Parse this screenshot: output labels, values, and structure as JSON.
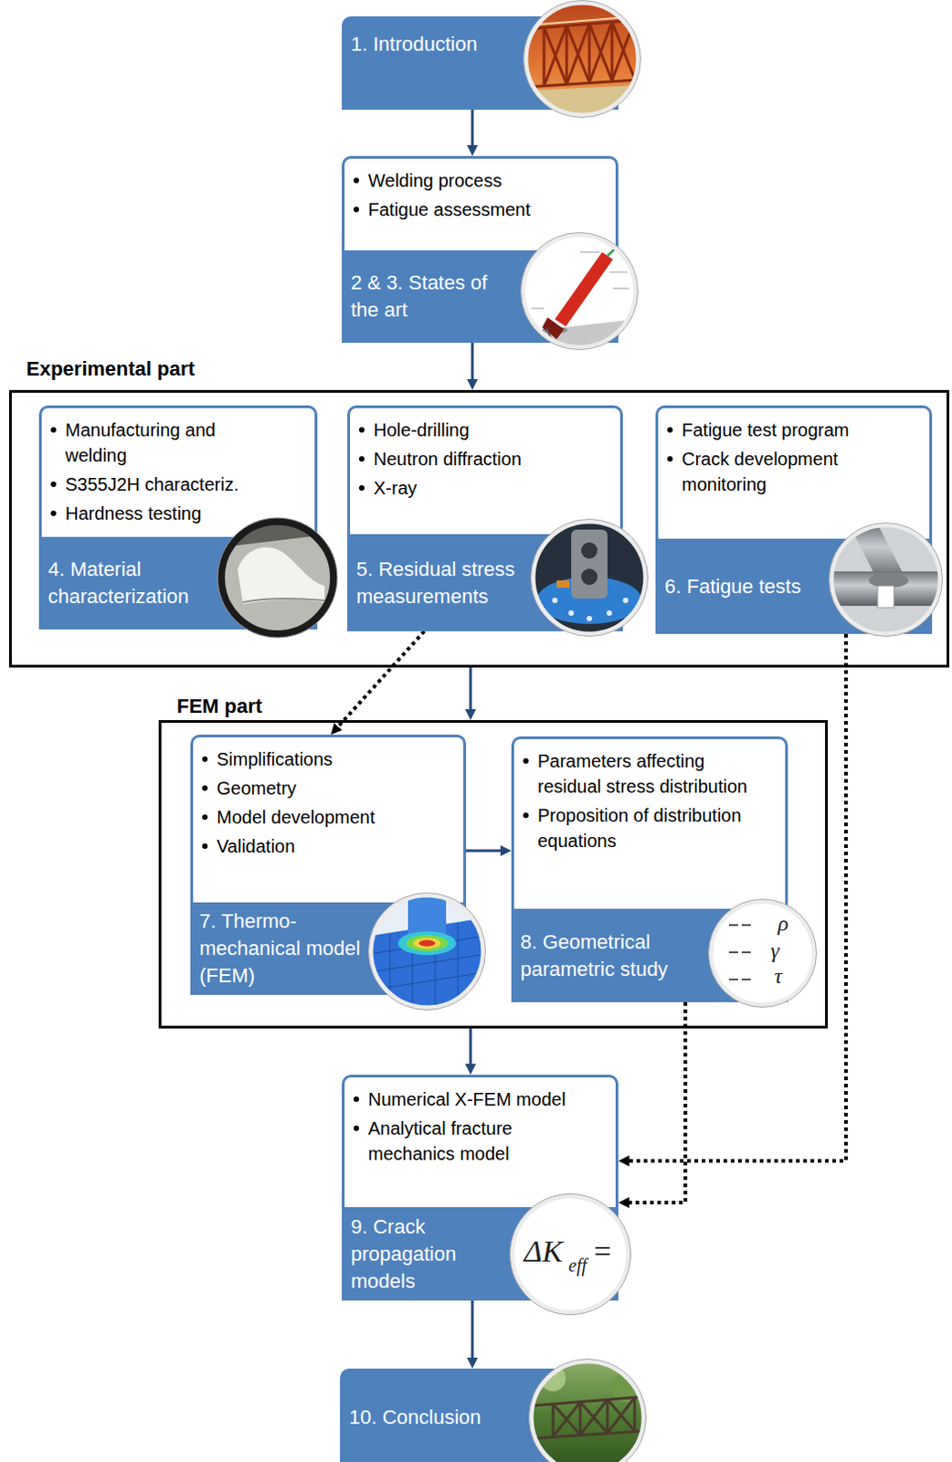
{
  "diagram": {
    "nodes": [
      {
        "text": [
          "1. Introduction"
        ]
      },
      {
        "text": [
          "Welding process",
          "Fatigue assessment",
          "2 & 3. States of the art"
        ]
      },
      {
        "text": [
          "Experimental part"
        ]
      },
      {
        "text": [
          "Manufacturing and welding",
          "S355J2H characteriz.",
          "Hardness testing",
          "4. Material characterization"
        ],
        "in": 2
      },
      {
        "text": [
          "Hole-drilling",
          "Neutron diffraction",
          "X-ray",
          "5. Residual stress measurements"
        ],
        "in": 2
      },
      {
        "text": [
          "Fatigue test program",
          "Crack development monitoring",
          "6. Fatigue tests"
        ],
        "in": 2
      },
      {
        "text": [
          "FEM part"
        ]
      },
      {
        "text": [
          "Simplifications",
          "Geometry",
          "Model development",
          "Validation",
          "7. Thermo- mechanical model (FEM)"
        ],
        "in": 6
      },
      {
        "text": [
          "Parameters affecting residual stress distribution",
          "Proposition of distribution equations",
          "8. Geometrical parametric study"
        ],
        "in": 6
      },
      {
        "text": [
          "Numerical X-FEM model",
          "Analytical fracture mechanics model",
          "9. Crack propagation models"
        ]
      },
      {
        "text": [
          "10. Conclusion"
        ]
      }
    ],
    "edges": [
      {
        "from": 0,
        "to": 1,
        "arrow": "to"
      },
      {
        "from": 1,
        "to": 2,
        "arrow": "to"
      },
      {
        "from": 2,
        "to": 6,
        "arrow": "to"
      },
      {
        "from": 4,
        "to": 7,
        "arrow": "to"
      },
      {
        "from": 7,
        "to": 8,
        "arrow": "to"
      },
      {
        "from": 6,
        "to": 9,
        "arrow": "to"
      },
      {
        "from": 5,
        "to": 9,
        "arrow": "to"
      },
      {
        "from": 8,
        "to": 9,
        "arrow": "to"
      },
      {
        "from": 9,
        "to": 10,
        "arrow": "to"
      }
    ],
    "labels": [
      "ρ",
      "γ",
      "τ",
      "ΔK",
      "eff",
      "="
    ]
  }
}
